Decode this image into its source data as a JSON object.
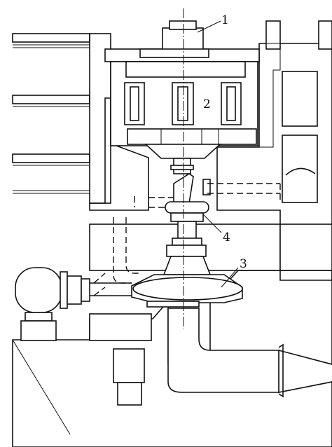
{
  "callouts": {
    "motor_cover": "1",
    "motor": "2",
    "pump_casing": "3",
    "coupling": "4"
  },
  "colors": {
    "line": "#111111",
    "background": "#ffffff"
  }
}
